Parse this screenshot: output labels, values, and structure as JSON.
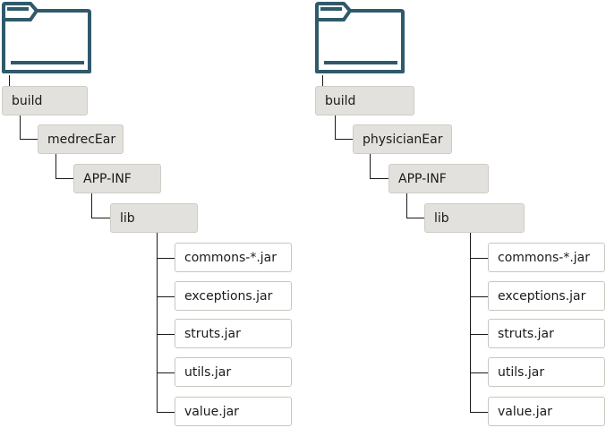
{
  "trees": [
    {
      "folders": [
        "build",
        "medrecEar",
        "APP-INF",
        "lib"
      ],
      "files": [
        "commons-*.jar",
        "exceptions.jar",
        "struts.jar",
        "utils.jar",
        "value.jar"
      ]
    },
    {
      "folders": [
        "build",
        "physicianEar",
        "APP-INF",
        "lib"
      ],
      "files": [
        "commons-*.jar",
        "exceptions.jar",
        "struts.jar",
        "utils.jar",
        "value.jar"
      ]
    }
  ],
  "colors": {
    "folder_icon": "#2f5a6b",
    "folder_box": "#e3e1dd",
    "file_box": "#ffffff"
  }
}
